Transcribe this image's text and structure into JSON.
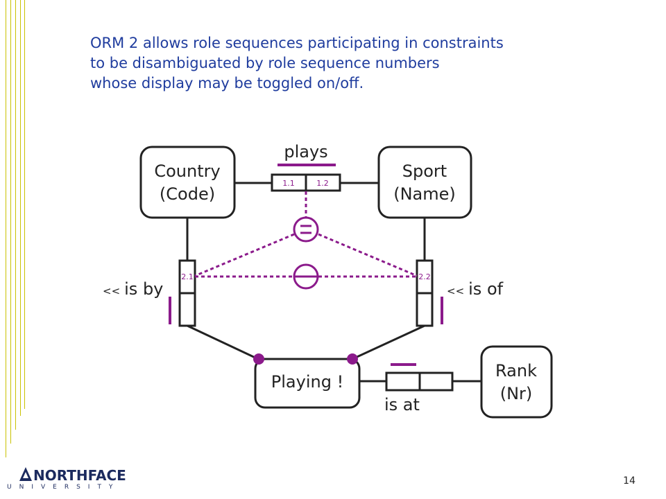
{
  "caption": {
    "line1": "ORM 2 allows role sequences participating in constraints",
    "line2": "to be disambiguated by role sequence numbers",
    "line3": "whose display may be toggled on/off."
  },
  "entities": {
    "country": {
      "line1": "Country",
      "line2": "(Code)"
    },
    "sport": {
      "line1": "Sport",
      "line2": "(Name)"
    },
    "playing": {
      "label": "Playing !"
    },
    "rank": {
      "line1": "Rank",
      "line2": "(Nr)"
    }
  },
  "fact_types": {
    "plays": {
      "reading": "plays",
      "role1_seq": "1.1",
      "role2_seq": "1.2"
    },
    "is_by": {
      "arrows": "<<",
      "reading": "is by",
      "role_seq": "2.1"
    },
    "is_of": {
      "arrows": "<<",
      "reading": "is of",
      "role_seq": "2.2"
    },
    "is_at": {
      "reading": "is at"
    }
  },
  "constraints": {
    "equality_symbol": "=",
    "exclusion_symbol": "⊖"
  },
  "colors": {
    "caption": "#1f3c9e",
    "constraint": "#8b1a8b",
    "shape_stroke": "#222222",
    "left_rule": "#c9c200"
  },
  "footer": {
    "page_number": "14",
    "logo_main": "NORTHFACE",
    "logo_sub": "UNIVERSITY"
  }
}
